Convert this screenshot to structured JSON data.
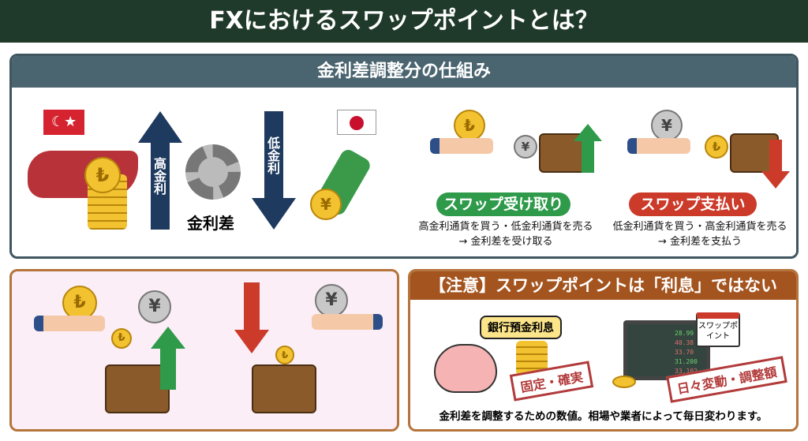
{
  "title": "FXにおけるスワップポイントとは？",
  "mechanism": {
    "header": "金利差調整分の仕組み",
    "high_rate_label": "高金利",
    "low_rate_label": "低金利",
    "rate_diff_label": "金利差",
    "receive": {
      "badge": "スワップ受け取り",
      "line1": "高金利通貨を買う・低金利通貨を売る",
      "line2": "→ 金利差を受け取る",
      "color": "#2e9a4a"
    },
    "pay": {
      "badge": "スワップ支払い",
      "line1": "低金利通貨を買う・高金利通貨を売る",
      "line2": "→ 金利差を支払う",
      "color": "#cc3a2a"
    }
  },
  "icons": {
    "lira": "₺",
    "yen": "¥"
  },
  "caution": {
    "header": "【注意】スワップポイントは「利息」ではない",
    "bank_bubble": "銀行預金利息",
    "fixed_stamp": "固定・確実",
    "calendar_label": "スワップポイント",
    "variable_stamp": "日々変動・調整額",
    "monitor_values": [
      "28.99",
      "40.38",
      "33.70",
      "31.200",
      "33.102"
    ],
    "footer": "金利差を調整するための数値。相場や業者によって毎日変わります。"
  },
  "colors": {
    "title_bg": "#1f3a2a",
    "panel_header": "#4b6570",
    "caution_header": "#a4541f",
    "up": "#2e9a4a",
    "down": "#cc3a2a"
  }
}
